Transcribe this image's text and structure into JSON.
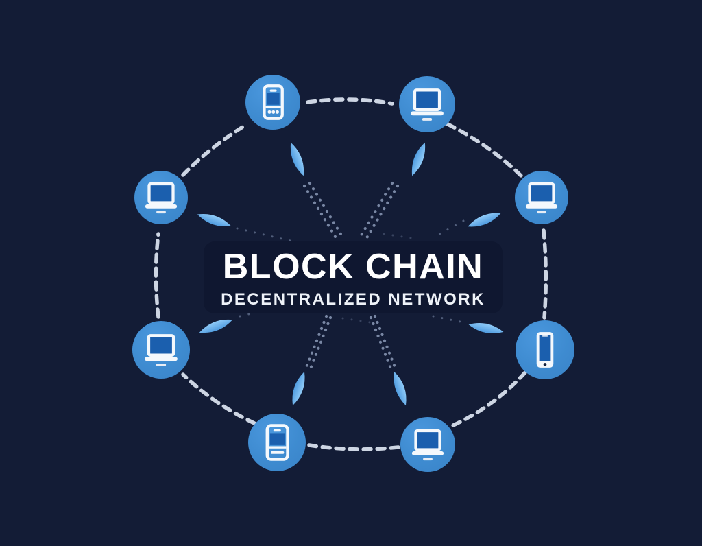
{
  "title_block": {
    "title": "BLOCK CHAIN",
    "subtitle": "DECENTRALIZED NETWORK"
  },
  "nodes": [
    {
      "id": "top-left",
      "device": "mobile-phone"
    },
    {
      "id": "top-right",
      "device": "laptop"
    },
    {
      "id": "right-upper",
      "device": "laptop"
    },
    {
      "id": "right-lower",
      "device": "smartphone"
    },
    {
      "id": "bottom-right",
      "device": "laptop"
    },
    {
      "id": "bottom-left",
      "device": "server"
    },
    {
      "id": "left-lower",
      "device": "laptop"
    },
    {
      "id": "left-upper",
      "device": "laptop"
    }
  ],
  "colors": {
    "background": "#131c36",
    "panel": "#0f1730",
    "node_fill": "#3e8bd0",
    "icon_stroke": "#f4f8fc",
    "icon_screen": "#1b5fae",
    "leaf_light": "#90cbf8",
    "leaf_dark": "#4f9bdf",
    "ring_dash": "#dde5f2",
    "dot_trail": "#93a2c0",
    "title_text": "#ffffff",
    "subtitle_text": "#eef2f8"
  }
}
